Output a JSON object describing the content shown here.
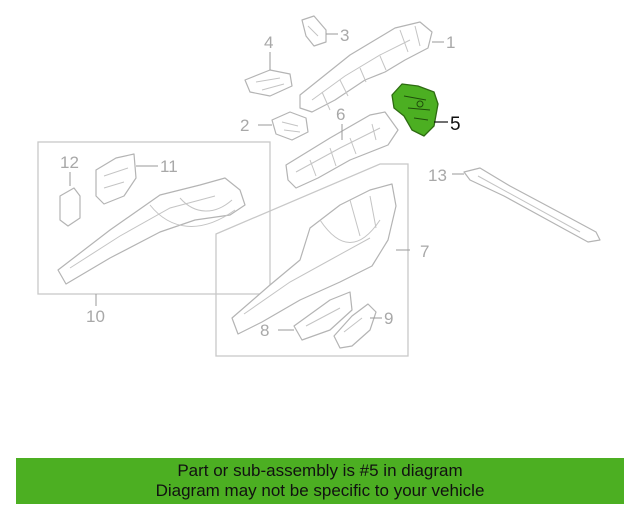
{
  "diagram": {
    "callouts": [
      "1",
      "2",
      "3",
      "4",
      "5",
      "6",
      "7",
      "8",
      "9",
      "10",
      "11",
      "12",
      "13"
    ],
    "highlighted_callout": "5",
    "highlight_color": "#4caf22",
    "line_color": "#b4b4b4"
  },
  "banner": {
    "line1": "Part or sub-assembly is #5 in diagram",
    "line2": "Diagram may not be specific to your vehicle",
    "background": "#4caf22"
  }
}
